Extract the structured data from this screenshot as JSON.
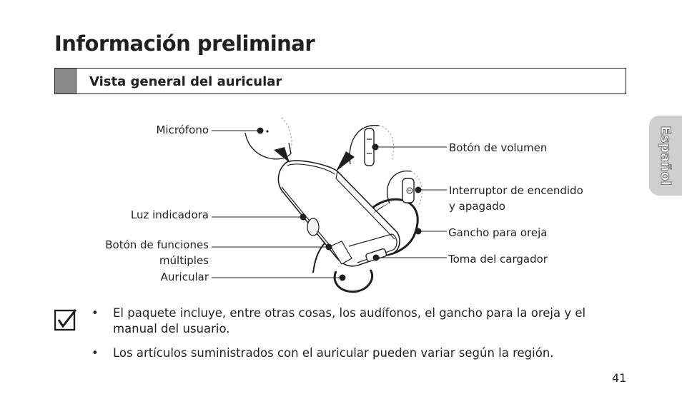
{
  "page": {
    "title": "Información preliminar",
    "section_title": "Vista general del auricular",
    "language_tab": "Español",
    "page_number": "41"
  },
  "diagram": {
    "labels": {
      "microphone": "Micrófono",
      "indicator_light": "Luz indicadora",
      "multifunction_button": "Botón de funciones\nmúltiples",
      "earpiece": "Auricular",
      "volume_button": "Botón de volumen",
      "power_switch": "Interruptor de encendido\ny apagado",
      "ear_hook": "Gancho para oreja",
      "charger_jack": "Toma del cargador"
    }
  },
  "notes": {
    "icon": "checkbox-check-icon",
    "bullet_char": "•",
    "items": [
      "El paquete incluye, entre otras cosas, los audífonos, el gancho para la oreja y el manual del usuario.",
      "Los artículos suministrados con el auricular pueden variar según la región."
    ]
  }
}
